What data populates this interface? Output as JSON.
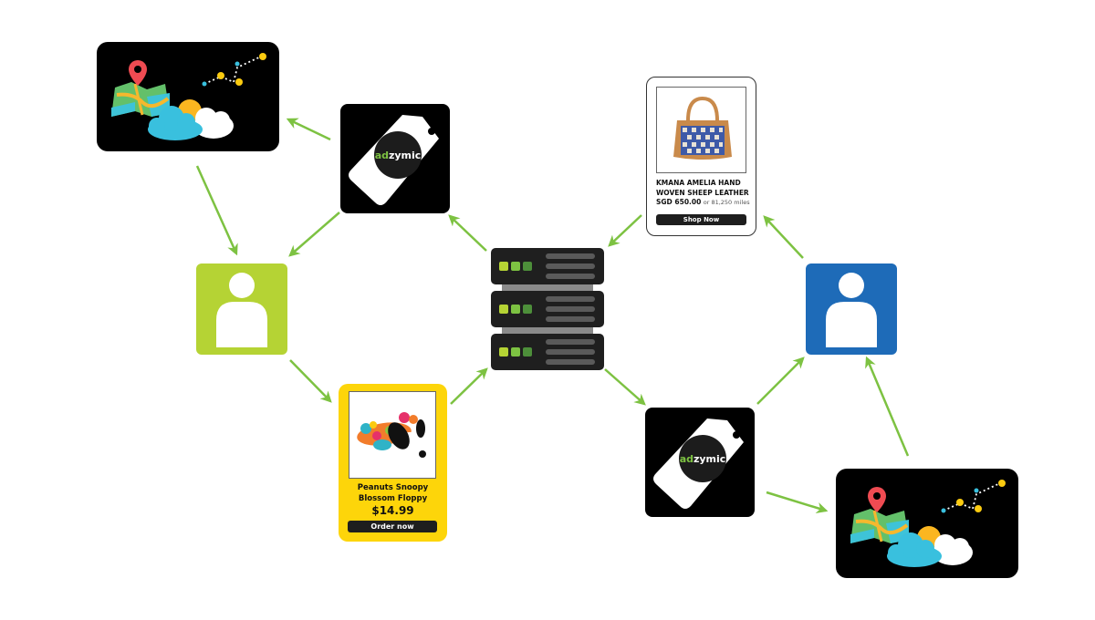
{
  "diagram": {
    "title": "Adzymic cross-channel ad personalization flow",
    "colors": {
      "arrow": "#7dc242",
      "user_a": "#b5d334",
      "user_b": "#1e6bb8",
      "ad_a_bg": "#fdd50a",
      "brand_ad": "#7dc242",
      "brand_zymic": "#ffffff"
    }
  },
  "nodes": {
    "context_card_top": {
      "label": "location-weather-context-icon"
    },
    "tag_top": {
      "brand_ad": "ad",
      "brand_zymic": "zymic"
    },
    "user_left": {
      "label": "user-icon"
    },
    "ad_snoopy": {
      "title_line1": "Peanuts Snoopy",
      "title_line2": "Blossom Floppy",
      "price": "$14.99",
      "button": "Order now"
    },
    "server": {
      "label": "ad-server-icon"
    },
    "ad_bag": {
      "title_line1": "KMANA AMELIA HAND",
      "title_line2": "WOVEN SHEEP LEATHER",
      "price": "SGD 650.00",
      "price_alt": "or 81,250 miles",
      "button": "Shop Now"
    },
    "user_right": {
      "label": "user-icon"
    },
    "tag_bottom": {
      "brand_ad": "ad",
      "brand_zymic": "zymic"
    },
    "context_card_bottom": {
      "label": "location-weather-context-icon"
    }
  },
  "edges": [
    {
      "from": "tag_top",
      "to": "context_card_top"
    },
    {
      "from": "context_card_top",
      "to": "user_left"
    },
    {
      "from": "tag_top",
      "to": "user_left"
    },
    {
      "from": "user_left",
      "to": "ad_snoopy"
    },
    {
      "from": "ad_snoopy",
      "to": "server"
    },
    {
      "from": "server",
      "to": "tag_top"
    },
    {
      "from": "ad_bag",
      "to": "server"
    },
    {
      "from": "server",
      "to": "tag_bottom"
    },
    {
      "from": "tag_bottom",
      "to": "context_card_bottom"
    },
    {
      "from": "context_card_bottom",
      "to": "user_right"
    },
    {
      "from": "tag_bottom",
      "to": "user_right"
    },
    {
      "from": "user_right",
      "to": "ad_bag"
    }
  ]
}
